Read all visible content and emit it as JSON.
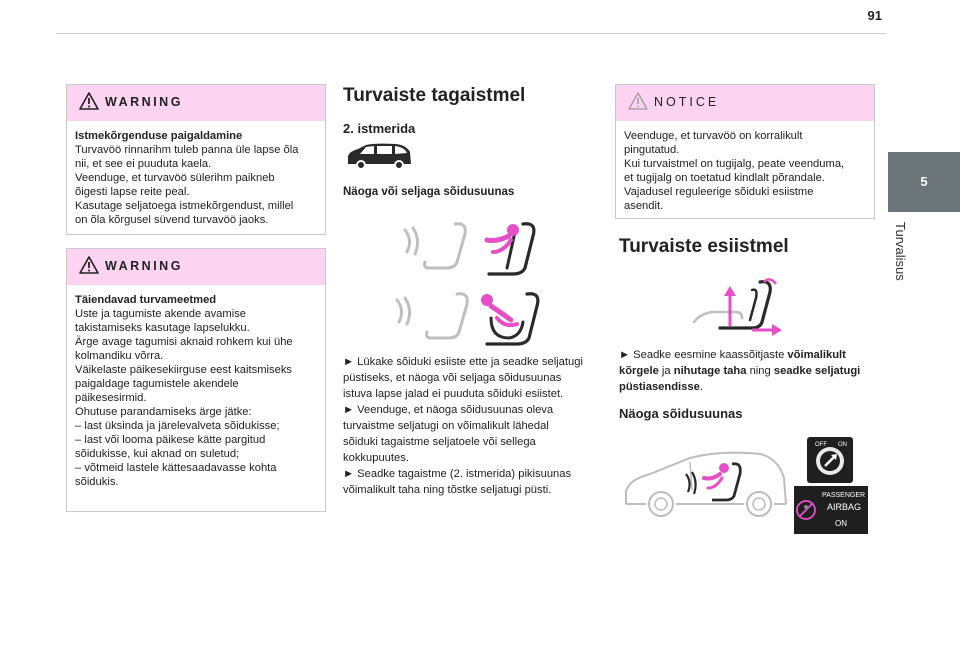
{
  "page_number": "91",
  "side_tab": {
    "number": "5",
    "label": "Turvalisus"
  },
  "left": {
    "warning1": {
      "title": "WARNING",
      "heading": "Istmekõrgenduse paigaldamine",
      "lines": [
        "Turvavöö rinnarihm tuleb panna üle lapse õla",
        "nii, et see ei puuduta kaela.",
        "Veenduge, et turvavöö sülerihm paikneb",
        "õigesti lapse reite peal.",
        "Kasutage seljatoega istmekõrgendust, millel",
        "on õla kõrgusel süvend turvavöö jaoks."
      ]
    },
    "warning2": {
      "title": "WARNING",
      "heading": "Täiendavad turvameetmed",
      "lines": [
        "Uste ja tagumiste akende avamise",
        "takistamiseks kasutage lapselukku.",
        "Ärge avage tagumisi aknaid rohkem kui ühe",
        "kolmandiku võrra.",
        "Väikelaste päikesekiirguse eest kaitsmiseks",
        "paigaldage tagumistele akendele",
        "päikesesirmid.",
        "Ohutuse parandamiseks ärge jätke:",
        "–  last üksinda ja järelevalveta sõidukisse;",
        "–  last või looma päikese kätte pargitud",
        "sõidukisse, kui aknad on suletud;",
        "–  võtmeid lastele kättesaadavasse kohta",
        "sõidukis."
      ]
    }
  },
  "middle": {
    "title": "Turvaiste tagaistmel",
    "subtitle": "2. istmerida",
    "section": "Näoga või seljaga sõidusuunas",
    "lines": [
      "►  Lükake sõiduki esiiste ette ja seadke seljatugi",
      "püstiseks, et näoga või seljaga sõidusuunas",
      "istuva lapse jalad ei puuduta sõiduki esiistet.",
      "►  Veenduge, et näoga sõidusuunas oleva",
      "turvaistme seljatugi on võimalikult lähedal",
      "sõiduki tagaistme seljatoele või sellega",
      "kokkupuutes.",
      "►  Seadke tagaistme (2. istmerida) pikisuunas",
      "võimalikult taha ning tõstke seljatugi püsti."
    ]
  },
  "right": {
    "notice": {
      "title": "NOTICE",
      "lines": [
        "Veenduge, et turvavöö on korralikult",
        "pingutatud.",
        "Kui turvaistmel on tugijalg, peate veenduma,",
        "et tugijalg on toetatud kindlalt põrandale.",
        "Vajadusel reguleerige sõiduki esiistme",
        "asendit."
      ]
    },
    "title": "Turvaiste esiistmel",
    "instruction": {
      "prefix": "►  Seadke eesmine kaassõitjaste ",
      "bold1": "võimalikult",
      "line2_bold": "kõrgele",
      "line2_mid": " ja ",
      "line2_bold2": "nihutage taha",
      "line2_mid2": " ning ",
      "line2_bold3": "seadke seljatugi",
      "line3_bold": "püstiasendisse",
      "line3_end": "."
    },
    "section": "Näoga sõidusuunas",
    "airbag_label": {
      "line1": "PASSENGER",
      "line2": "AIRBAG",
      "line3": "ON"
    },
    "switch_labels": {
      "off": "OFF",
      "on": "ON"
    }
  },
  "colors": {
    "accent": "#e64fc8",
    "box_header": "#fdd3f2",
    "tab": "#6b7478"
  }
}
